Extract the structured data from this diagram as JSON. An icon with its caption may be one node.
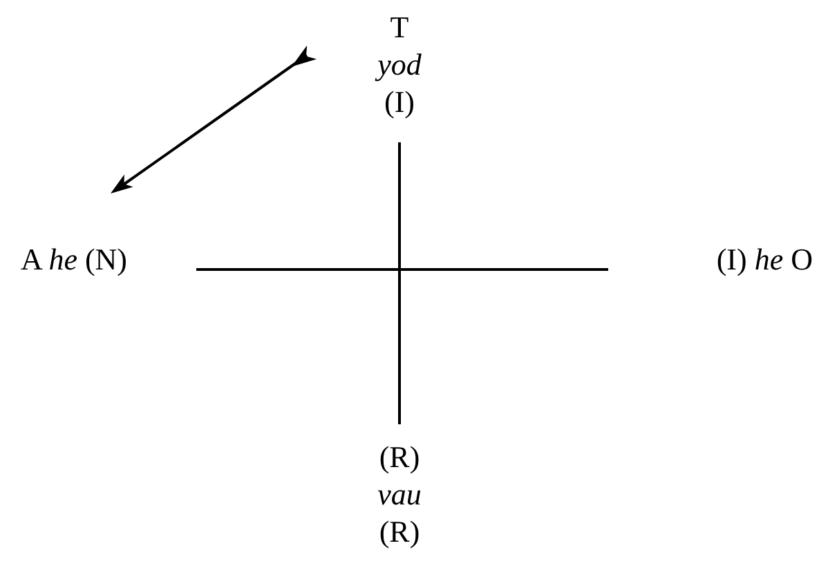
{
  "diagram": {
    "nodes": [
      {
        "text": [
          "T",
          "yod",
          "(I)"
        ]
      },
      {
        "text": [
          "A *he* (N)"
        ]
      },
      {
        "text": [
          "(I) *he* O"
        ]
      },
      {
        "text": [
          "(R)",
          "vau",
          "(R)"
        ]
      }
    ],
    "edges": [
      {
        "from": 0,
        "to": 3,
        "arrow": "none"
      },
      {
        "from": 1,
        "to": 2,
        "arrow": "none"
      }
    ]
  }
}
